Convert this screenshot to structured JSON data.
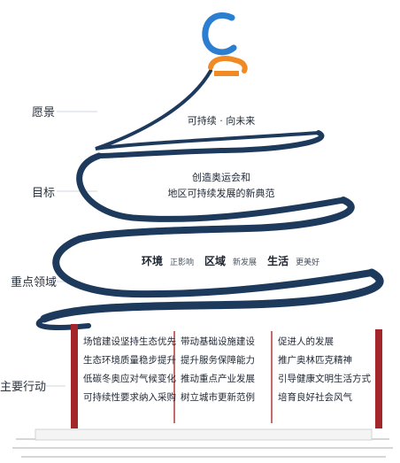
{
  "side_labels": {
    "vision": "愿景",
    "goal": "目标",
    "focus": "重点领域",
    "actions": "主要行动"
  },
  "vision_text": "可持续 · 向未来",
  "goal_text": [
    "创造奥运会和",
    "地区可持续发展的新典范"
  ],
  "focus_areas": [
    {
      "main": "环境",
      "sub": "正影响"
    },
    {
      "main": "区域",
      "sub": "新发展"
    },
    {
      "main": "生活",
      "sub": "更美好"
    }
  ],
  "actions": [
    [
      "场馆建设坚持生态优先",
      "生态环境质量稳步提升",
      "低碳冬奥应对气候变化",
      "可持续性要求纳入采购"
    ],
    [
      "带动基础设施建设",
      "提升服务保障能力",
      "推动重点产业发展",
      "树立城市更新范例"
    ],
    [
      "促进人的发展",
      "推广奥林匹克精神",
      "引导健康文明生活方式",
      "培育良好社会风气"
    ]
  ],
  "colors": {
    "spiral": "#1d3a5c",
    "accent_orange": "#f08a24",
    "logo_blue": "#2c7fd0",
    "pillar_red": "#a3262a",
    "divider_red": "#b03a3a"
  }
}
